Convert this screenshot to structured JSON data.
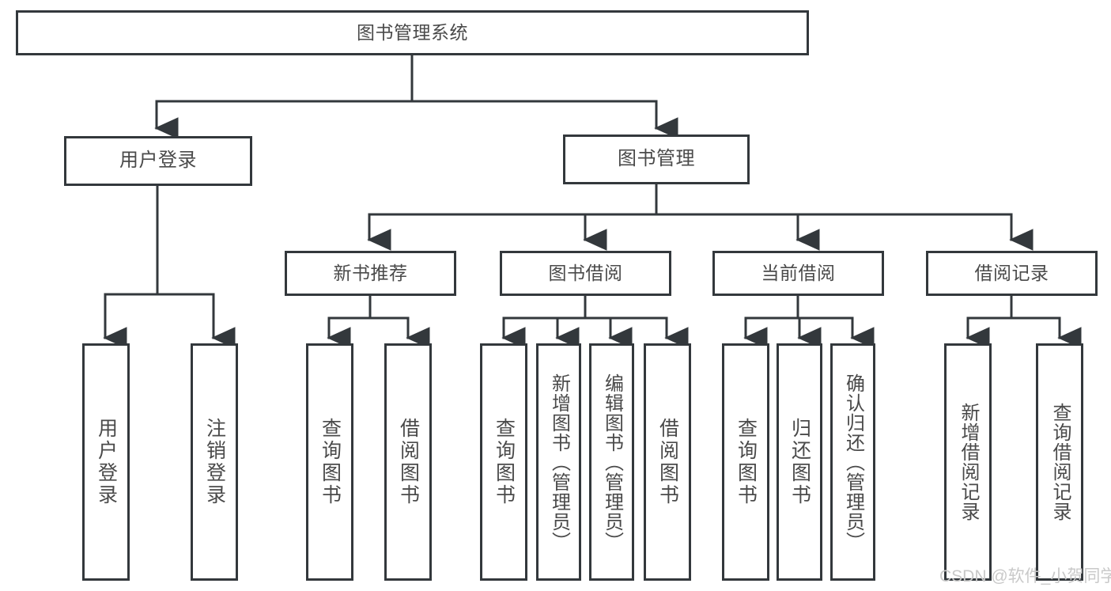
{
  "diagram": {
    "type": "tree-hierarchy",
    "title": "图书管理系统",
    "watermark": "CSDN @软件_小贺同学",
    "colors": {
      "box_border": "#33383c",
      "box_fill": "#ffffff",
      "connector": "#33383c",
      "text": "#4a4a4a",
      "background": "#ffffff",
      "watermark": "#c9c9c9"
    },
    "nodes": {
      "root": {
        "label": "图书管理系统"
      },
      "level1": [
        {
          "id": "user-login",
          "label": "用户登录"
        },
        {
          "id": "book-management",
          "label": "图书管理"
        }
      ],
      "level2": [
        {
          "id": "new-book-recommend",
          "label": "新书推荐"
        },
        {
          "id": "book-borrow",
          "label": "图书借阅"
        },
        {
          "id": "current-borrow",
          "label": "当前借阅"
        },
        {
          "id": "borrow-record",
          "label": "借阅记录"
        }
      ],
      "leaves": [
        {
          "id": "leaf-user-login",
          "label": "用户登录",
          "parent": "user-login"
        },
        {
          "id": "leaf-logout-login",
          "label": "注销登录",
          "parent": "user-login"
        },
        {
          "id": "leaf-query-book-1",
          "label": "查询图书",
          "parent": "new-book-recommend"
        },
        {
          "id": "leaf-borrow-book-1",
          "label": "借阅图书",
          "parent": "new-book-recommend"
        },
        {
          "id": "leaf-query-book-2",
          "label": "查询图书",
          "parent": "book-borrow"
        },
        {
          "id": "leaf-add-book-admin",
          "label": "新增图书（管理员）",
          "parent": "book-borrow"
        },
        {
          "id": "leaf-edit-book-admin",
          "label": "编辑图书（管理员）",
          "parent": "book-borrow"
        },
        {
          "id": "leaf-borrow-book-2",
          "label": "借阅图书",
          "parent": "book-borrow"
        },
        {
          "id": "leaf-query-book-3",
          "label": "查询图书",
          "parent": "current-borrow"
        },
        {
          "id": "leaf-return-book",
          "label": "归还图书",
          "parent": "current-borrow"
        },
        {
          "id": "leaf-confirm-return-admin",
          "label": "确认归还（管理员）",
          "parent": "current-borrow"
        },
        {
          "id": "leaf-add-borrow-record",
          "label": "新增借阅记录",
          "parent": "borrow-record"
        },
        {
          "id": "leaf-query-borrow-record",
          "label": "查询借阅记录",
          "parent": "borrow-record"
        }
      ]
    }
  }
}
